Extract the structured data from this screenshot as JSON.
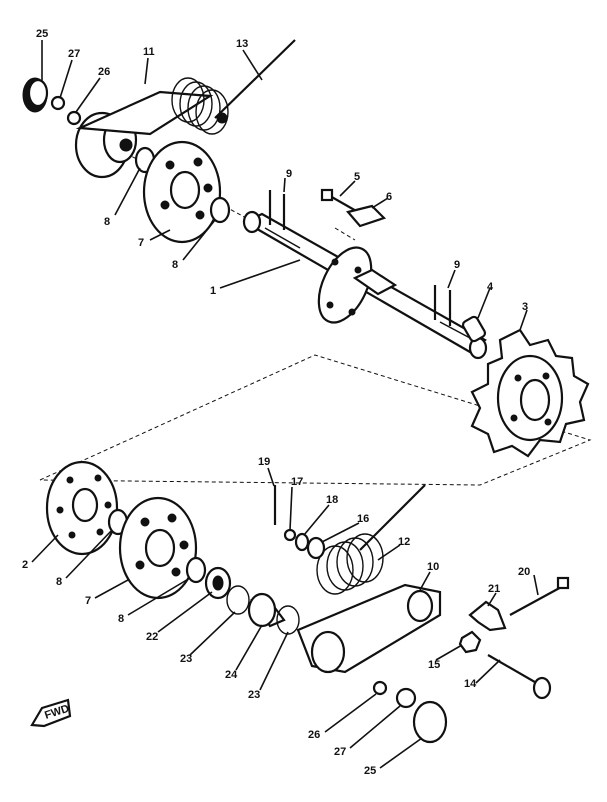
{
  "callouts": {
    "c1": "1",
    "c2": "2",
    "c3": "3",
    "c4": "4",
    "c5": "5",
    "c6": "6",
    "c7a": "7",
    "c7b": "7",
    "c8a": "8",
    "c8b": "8",
    "c8c": "8",
    "c8d": "8",
    "c9a": "9",
    "c9b": "9",
    "c10": "10",
    "c11": "11",
    "c12": "12",
    "c13": "13",
    "c14": "14",
    "c15": "15",
    "c16": "16",
    "c17": "17",
    "c18": "18",
    "c19": "19",
    "c20": "20",
    "c21": "21",
    "c22": "22",
    "c23a": "23",
    "c23b": "23",
    "c24": "24",
    "c25a": "25",
    "c25b": "25",
    "c26a": "26",
    "c26b": "26",
    "c27a": "27",
    "c27b": "27"
  },
  "direction_mark": "FWD"
}
